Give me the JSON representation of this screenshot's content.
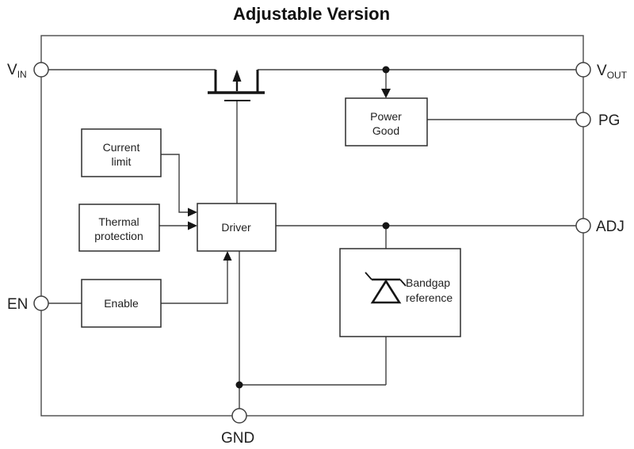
{
  "title": "Adjustable Version",
  "blocks": {
    "current_limit": {
      "line1": "Current",
      "line2": "limit"
    },
    "thermal_protection": {
      "line1": "Thermal",
      "line2": "protection"
    },
    "driver": {
      "label": "Driver"
    },
    "enable": {
      "label": "Enable"
    },
    "power_good": {
      "line1": "Power",
      "line2": "Good"
    },
    "bandgap_reference": {
      "line1": "Bandgap",
      "line2": "reference"
    }
  },
  "pins": {
    "vin": {
      "main": "V",
      "sub": "IN"
    },
    "vout": {
      "main": "V",
      "sub": "OUT"
    },
    "pg": {
      "label": "PG"
    },
    "adj": {
      "label": "ADJ"
    },
    "en": {
      "label": "EN"
    },
    "gnd": {
      "label": "GND"
    }
  },
  "symbols": {
    "pass_transistor": "pmos-pass-fet",
    "reference_diode": "zener-diode"
  },
  "colors": {
    "background": "#ffffff",
    "wire": "#404040",
    "symbol": "#151515",
    "text": "#1f1f1f"
  }
}
